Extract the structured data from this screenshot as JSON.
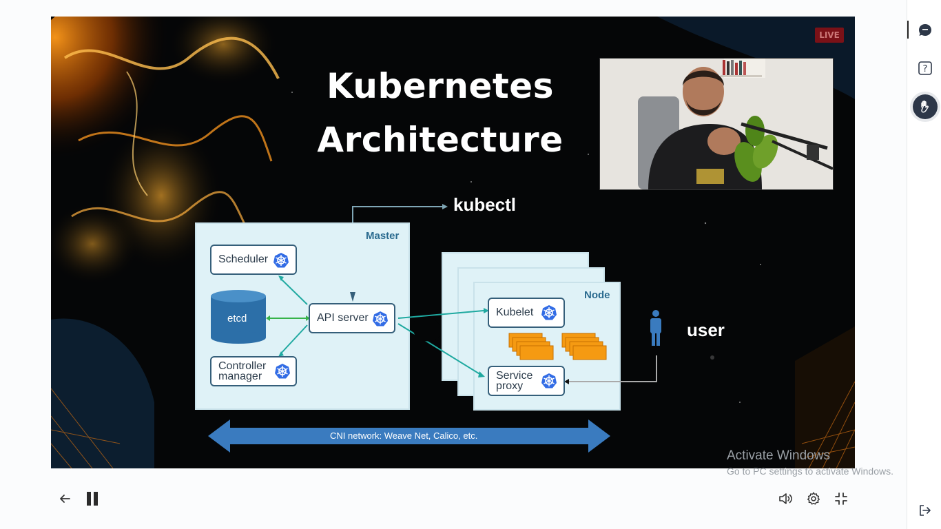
{
  "video": {
    "live_badge": "LIVE",
    "slide": {
      "title_line1": "Kubernetes",
      "title_line2": "Architecture",
      "kubectl_label": "kubectl",
      "master_label": "Master",
      "node_label": "Node",
      "scheduler_label": "Scheduler",
      "etcd_label": "etcd",
      "controller_manager_line1": "Controller",
      "controller_manager_line2": "manager",
      "api_server_label": "API server",
      "kubelet_label": "Kubelet",
      "service_proxy_line1": "Service",
      "service_proxy_line2": "proxy",
      "user_label": "user",
      "cni_network_label": "CNI network: Weave Net, Calico, etc."
    }
  },
  "watermark": {
    "line1": "Activate Windows",
    "line2": "Go to PC settings to activate Windows."
  },
  "controls": {
    "back_icon": "arrow-left-icon",
    "pause_icon": "pause-icon",
    "volume_icon": "volume-icon",
    "settings_icon": "gear-icon",
    "exit_fullscreen_icon": "minimize-icon"
  },
  "sidebar": {
    "items": [
      {
        "icon": "chat-icon"
      },
      {
        "icon": "question-icon"
      },
      {
        "icon": "hand-raise-icon"
      },
      {
        "icon": "exit-icon"
      }
    ]
  },
  "colors": {
    "diagram_panel": "#dff2f7",
    "diagram_border": "#4a7088",
    "arrow_teal": "#1fa9a0",
    "arrow_green": "#36b34a",
    "pods_orange": "#f59a12",
    "k8s_blue": "#326ce5",
    "cni_arrow": "#3a7bbf"
  }
}
